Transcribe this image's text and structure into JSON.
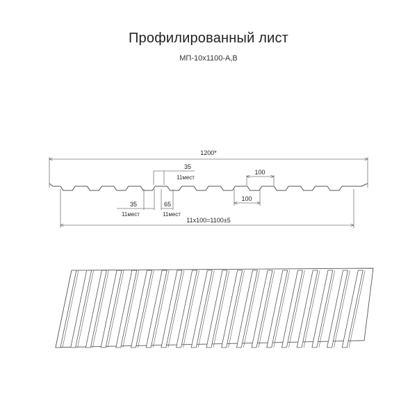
{
  "header": {
    "title": "Профилированный лист",
    "subtitle": "МП-10х1100-А,В"
  },
  "dimensions": {
    "overall_width": "1200*",
    "top_rib_width": "35",
    "top_rib_count": "11мест",
    "bottom_pitch": "100",
    "top_pitch": "100",
    "bottom_flat_width": "35",
    "bottom_flat_count": "11мест",
    "trapezoid_width": "65",
    "trapezoid_count": "11мест",
    "useful_width": "11х100=1100±5"
  },
  "colors": {
    "line": "#555555",
    "dim_line": "#666666",
    "sheet_fill": "#ffffff"
  },
  "sheet_view": {
    "rib_count": 20
  }
}
